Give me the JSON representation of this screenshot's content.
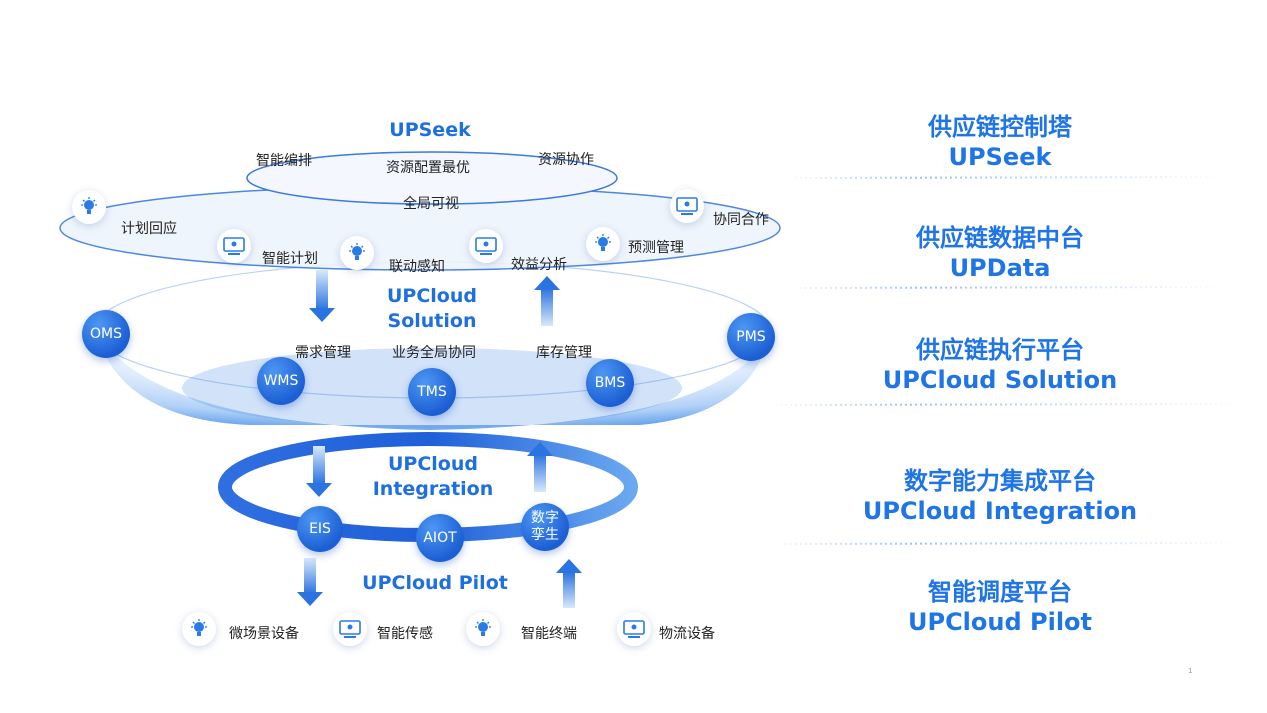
{
  "diagram": {
    "top_title": "UPSeek",
    "solution_title": "UPCloud\nSolution",
    "integration_title": "UPCloud\nIntegration",
    "pilot_title": "UPCloud  Pilot",
    "seek_labels": [
      "智能编排",
      "资源配置最优",
      "资源协作",
      "全局可视"
    ],
    "data_labels": [
      "计划回应",
      "智能计划",
      "联动感知",
      "效益分析",
      "预测管理",
      "协同合作"
    ],
    "solution_labels": [
      "需求管理",
      "业务全局协同",
      "库存管理"
    ],
    "solution_nodes": [
      "OMS",
      "WMS",
      "TMS",
      "BMS",
      "PMS"
    ],
    "integration_nodes": [
      "EIS",
      "AIOT",
      "数字\n孪生"
    ],
    "pilot_labels": [
      "微场景设备",
      "智能传感",
      "智能终端",
      "物流设备"
    ]
  },
  "right_panel": [
    {
      "cn": "供应链控制塔",
      "en": "UPSeek"
    },
    {
      "cn": "供应链数据中台",
      "en": "UPData"
    },
    {
      "cn": "供应链执行平台",
      "en": "UPCloud  Solution"
    },
    {
      "cn": "数字能力集成平台",
      "en": "UPCloud  Integration"
    },
    {
      "cn": "智能调度平台",
      "en": "UPCloud  Pilot"
    }
  ],
  "icons": {
    "bulb": "lightbulb-icon",
    "monitor": "monitor-icon"
  },
  "colors": {
    "accent": "#1e6fe0",
    "node": "#1c5fd4"
  },
  "page_number": "1"
}
